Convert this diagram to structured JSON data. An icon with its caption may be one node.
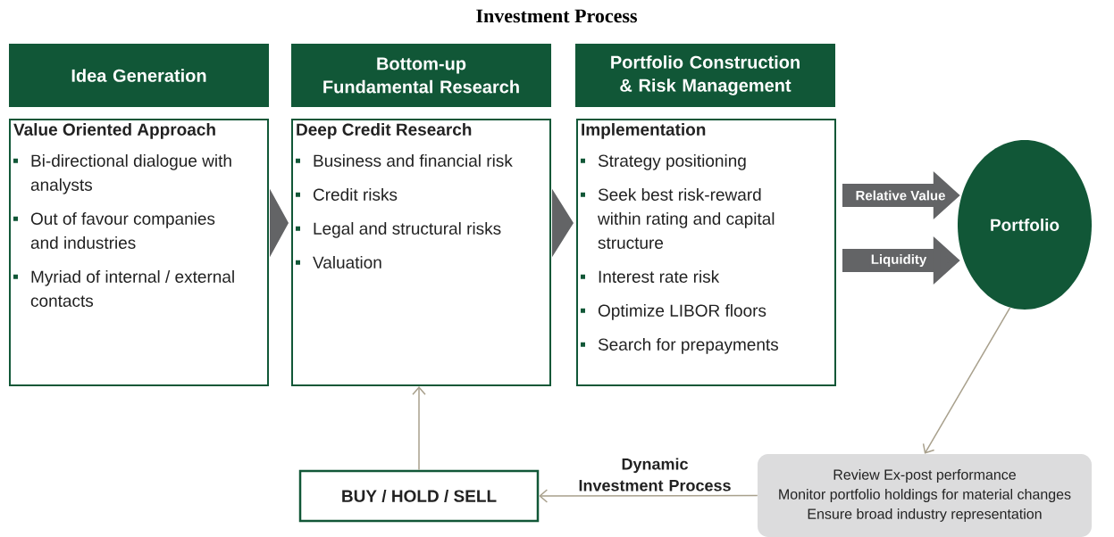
{
  "diagram": {
    "title": "Investment Process",
    "nodes": [
      {
        "text": [
          "Idea Generation"
        ]
      },
      {
        "text": [
          "Bottom-up Fundamental Research"
        ]
      },
      {
        "text": [
          "Portfolio Construction & Risk Management"
        ]
      },
      {
        "text": [
          "Value Oriented Approach",
          "Bi-directional dialogue with analysts",
          "Out of favour companies and industries",
          "Myriad of internal / external contacts"
        ]
      },
      {
        "text": [
          "Deep Credit Research",
          "Business and financial risk",
          "Credit risks",
          "Legal and structural risks",
          "Valuation"
        ]
      },
      {
        "text": [
          "Implementation",
          "Strategy positioning",
          "Seek best risk-reward within rating and capital structure",
          "Interest rate risk",
          "Optimize LIBOR floors",
          "Search for prepayments"
        ]
      },
      {
        "text": [
          "Portfolio"
        ]
      },
      {
        "text": [
          "Review Ex-post performance",
          "Monitor portfolio holdings for material changes",
          "Ensure broad industry representation"
        ]
      },
      {
        "text": [
          "BUY / HOLD / SELL"
        ]
      }
    ],
    "edges": [
      {
        "from": 3,
        "to": 4,
        "arrow": "to"
      },
      {
        "from": 4,
        "to": 5,
        "arrow": "to"
      },
      {
        "from": 5,
        "to": 6,
        "arrow": "to",
        "style": "thick",
        "label": "Relative Value"
      },
      {
        "from": 5,
        "to": 6,
        "arrow": "to",
        "style": "thick",
        "label": "Liquidity"
      },
      {
        "from": 6,
        "to": 7,
        "arrow": "to",
        "color": "#a8a08c"
      },
      {
        "from": 7,
        "to": 8,
        "arrow": "to",
        "color": "#a8a08c",
        "label": "Dynamic Investment Process"
      },
      {
        "from": 8,
        "to": 4,
        "arrow": "to",
        "color": "#a8a08c"
      }
    ]
  }
}
